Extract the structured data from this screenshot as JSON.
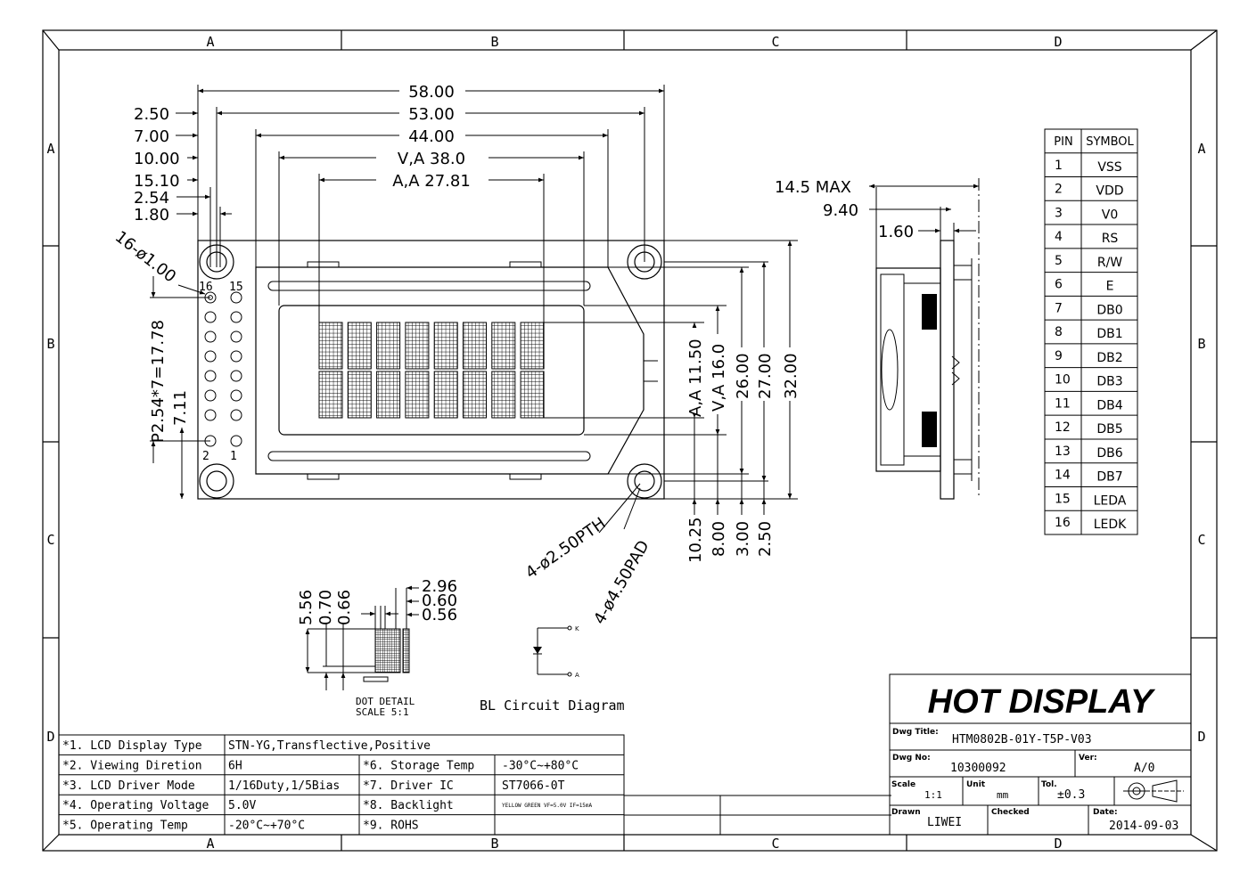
{
  "grid": {
    "columns": [
      "A",
      "B",
      "C",
      "D"
    ],
    "rows": [
      "A",
      "B",
      "C",
      "D"
    ]
  },
  "front_view": {
    "top_dims": [
      "58.00",
      "53.00",
      "44.00",
      "V,A 38.0",
      "A,A 27.81"
    ],
    "left_dims": [
      "2.50",
      "7.00",
      "10.00",
      "15.10",
      "2.54",
      "1.80"
    ],
    "pin_hole_note": "16-ø1.00",
    "pin_pitch_note": "P2.54*7=17.78",
    "pin_offset": "7.11",
    "pin_labels": [
      "16",
      "15",
      "2",
      "1"
    ],
    "right_dims": [
      "A,A 11.50",
      "V,A 16.0",
      "26.00",
      "27.00",
      "32.00"
    ],
    "bottom_dims": [
      "10.25",
      "8.00",
      "3.00",
      "2.50"
    ],
    "pth_note": "4-ø2.50PTH",
    "pad_note": "4-ø4.50PAD"
  },
  "side_view": {
    "dims": [
      "14.5 MAX",
      "9.40",
      "1.60"
    ]
  },
  "dot_detail": {
    "left_dims": [
      "5.56",
      "0.70",
      "0.66"
    ],
    "right_dims": [
      "2.96",
      "0.60",
      "0.56"
    ],
    "caption_line1": "DOT DETAIL",
    "caption_line2": "SCALE 5:1"
  },
  "bl_circuit": {
    "title": "BL Circuit Diagram",
    "k": "K",
    "a": "A"
  },
  "pin_table": {
    "headers": [
      "PIN",
      "SYMBOL"
    ],
    "rows": [
      [
        "1",
        "VSS"
      ],
      [
        "2",
        "VDD"
      ],
      [
        "3",
        "V0"
      ],
      [
        "4",
        "RS"
      ],
      [
        "5",
        "R/W"
      ],
      [
        "6",
        "E"
      ],
      [
        "7",
        "DB0"
      ],
      [
        "8",
        "DB1"
      ],
      [
        "9",
        "DB2"
      ],
      [
        "10",
        "DB3"
      ],
      [
        "11",
        "DB4"
      ],
      [
        "12",
        "DB5"
      ],
      [
        "13",
        "DB6"
      ],
      [
        "14",
        "DB7"
      ],
      [
        "15",
        "LEDA"
      ],
      [
        "16",
        "LEDK"
      ]
    ]
  },
  "spec_table": [
    [
      "*1. LCD Display Type",
      "STN-YG,Transflective,Positive",
      "",
      ""
    ],
    [
      "*2. Viewing Diretion",
      "6H",
      "*6. Storage Temp",
      "-30°C~+80°C"
    ],
    [
      "*3. LCD Driver Mode",
      "1/16Duty,1/5Bias",
      "*7. Driver IC",
      "ST7066-0T"
    ],
    [
      "*4. Operating Voltage",
      "5.0V",
      "*8. Backlight",
      "YELLOW GREEN VF=5.0V IF=15mA"
    ],
    [
      "*5. Operating Temp",
      "-20°C~+70°C",
      "*9. ROHS",
      ""
    ]
  ],
  "title_block": {
    "company": "HOT DISPLAY",
    "dwg_title_label": "Dwg Title:",
    "dwg_title": "HTM0802B-01Y-T5P-V03",
    "dwg_no_label": "Dwg No:",
    "dwg_no": "10300092",
    "ver_label": "Ver:",
    "ver": "A/0",
    "scale_label": "Scale",
    "scale": "1:1",
    "unit_label": "Unit",
    "unit": "mm",
    "tol_label": "Tol.",
    "tol": "±0.3",
    "drawn_label": "Drawn",
    "drawn": "LIWEI",
    "checked_label": "Checked",
    "checked": "",
    "date_label": "Date:",
    "date": "2014-09-03"
  }
}
